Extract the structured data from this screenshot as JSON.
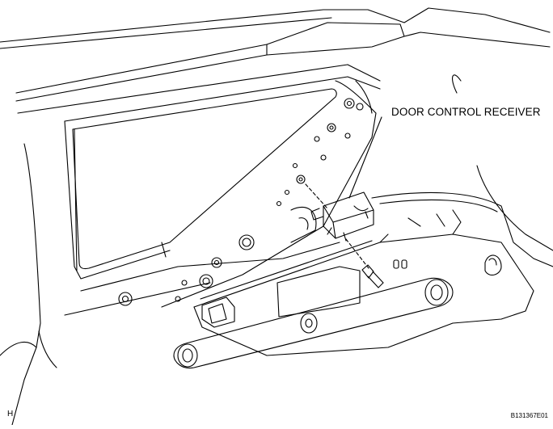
{
  "diagram": {
    "callout_label": "DOOR CONTROL RECEIVER",
    "figure_code": "B131367E01",
    "corner_mark": "H"
  },
  "colors": {
    "line": "#000000",
    "background": "#ffffff"
  }
}
